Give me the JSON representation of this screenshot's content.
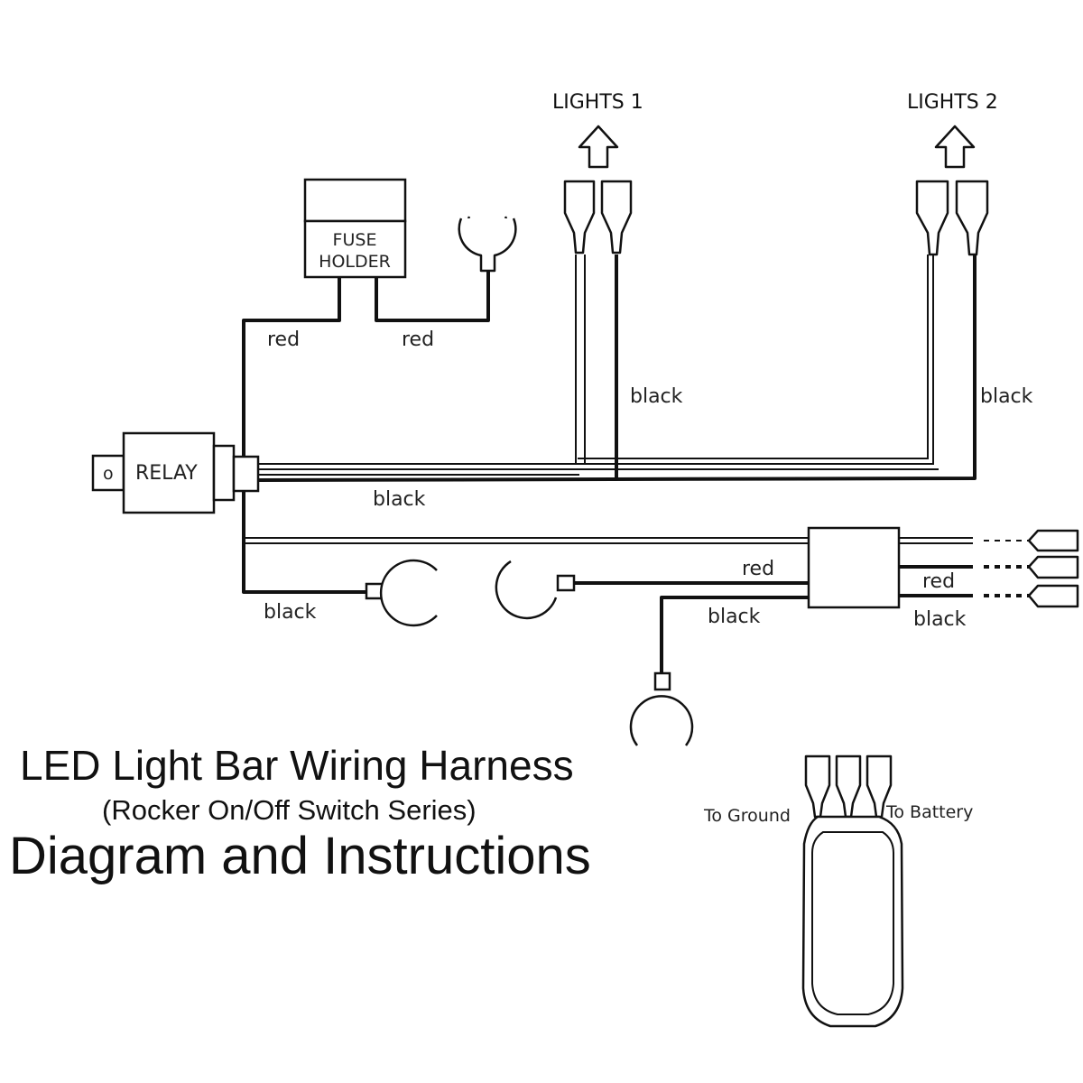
{
  "labels": {
    "lights1": "LIGHTS 1",
    "lights2": "LIGHTS 2",
    "fuse_line1": "FUSE",
    "fuse_line2": "HOLDER",
    "relay": "RELAY",
    "relay_pin": "o",
    "red_left": "red",
    "red_right": "red",
    "black_lights1": "black",
    "black_lights2": "black",
    "black_main": "black",
    "black_ground": "black",
    "red_switch": "red",
    "black_switch": "black",
    "red_plug": "red",
    "black_plug": "black",
    "to_ground": "To Ground",
    "to_battery": "To Battery"
  },
  "title": {
    "line1": "LED Light Bar Wiring Harness",
    "line2": "(Rocker On/Off Switch Series)",
    "line3": "Diagram and Instructions"
  }
}
